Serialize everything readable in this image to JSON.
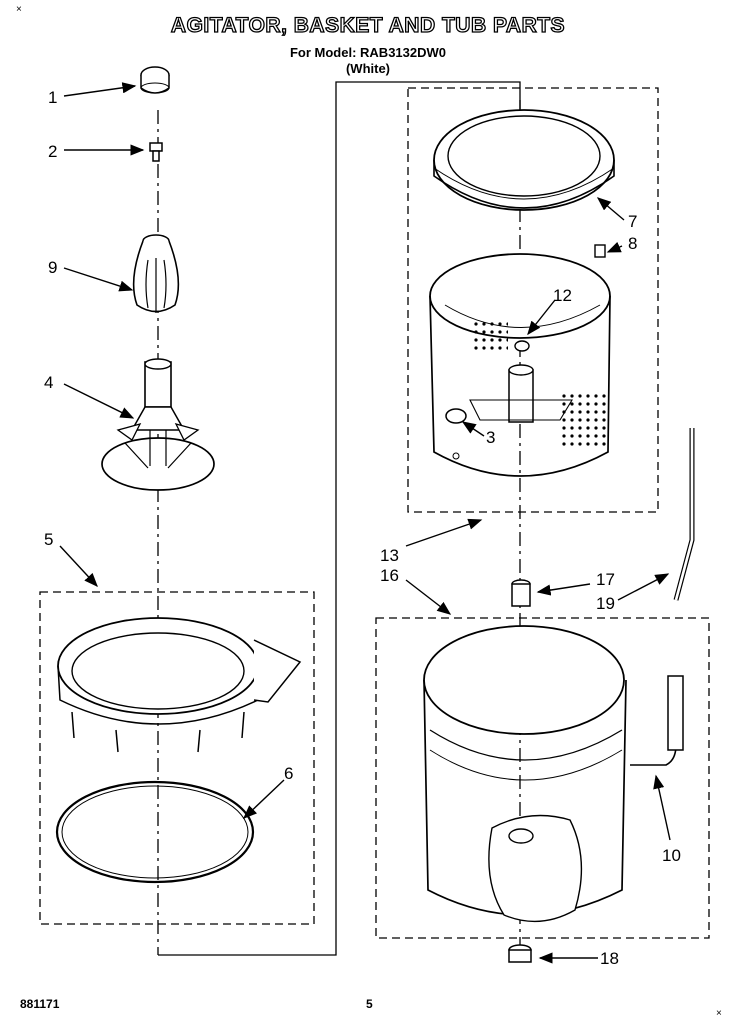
{
  "header": {
    "title": "AGITATOR, BASKET AND TUB PARTS",
    "model_line": "For Model: RAB3132DW0",
    "color_line": "(White)"
  },
  "callouts": [
    "1",
    "2",
    "9",
    "4",
    "5",
    "6",
    "7",
    "8",
    "12",
    "3",
    "13",
    "16",
    "17",
    "19",
    "10",
    "18"
  ],
  "footer": {
    "doc_number": "881171",
    "page_number": "5"
  },
  "corner_marks": [
    "×",
    "×"
  ]
}
